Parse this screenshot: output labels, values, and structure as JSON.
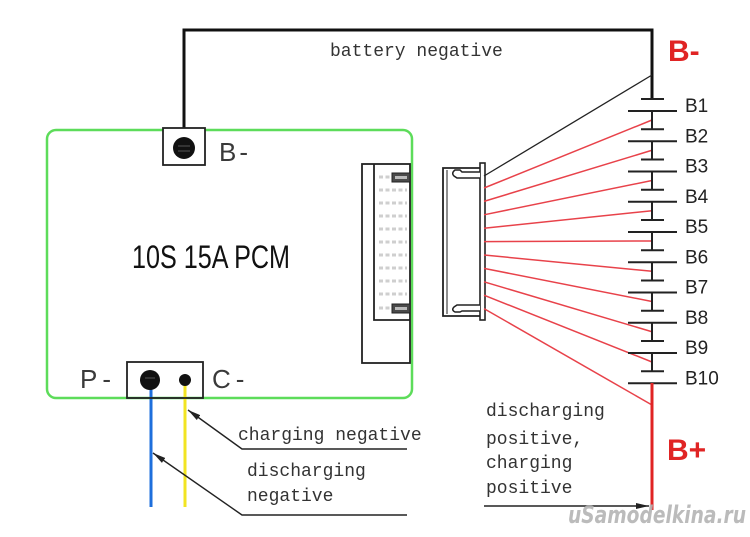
{
  "board": {
    "name": "10S 15A PCM",
    "terminals": {
      "b_minus": "B-",
      "p_minus": "P-",
      "c_minus": "C-"
    }
  },
  "battery_pack": {
    "negative_terminal": "B-",
    "positive_terminal": "B+",
    "cells": [
      "B1",
      "B2",
      "B3",
      "B4",
      "B5",
      "B6",
      "B7",
      "B8",
      "B9",
      "B10"
    ]
  },
  "annotations": {
    "battery_negative": "battery negative",
    "charging_negative": "charging negative",
    "discharging_negative": [
      "discharging",
      "negative"
    ],
    "discharging_charging_positive": [
      "discharging",
      "positive,",
      "charging",
      "positive"
    ]
  },
  "watermark": "uSamodelkina.ru",
  "colors": {
    "board_outline": "#5ddc5a",
    "main_wire": "#111111",
    "balance_wire": "#e8424a",
    "pack_positive_wire": "#e02424",
    "pole_label": "#e02424",
    "discharge_negative_wire": "#1e6fdc",
    "charge_negative_wire": "#f2e422",
    "watermark": "#b4b4b4"
  }
}
